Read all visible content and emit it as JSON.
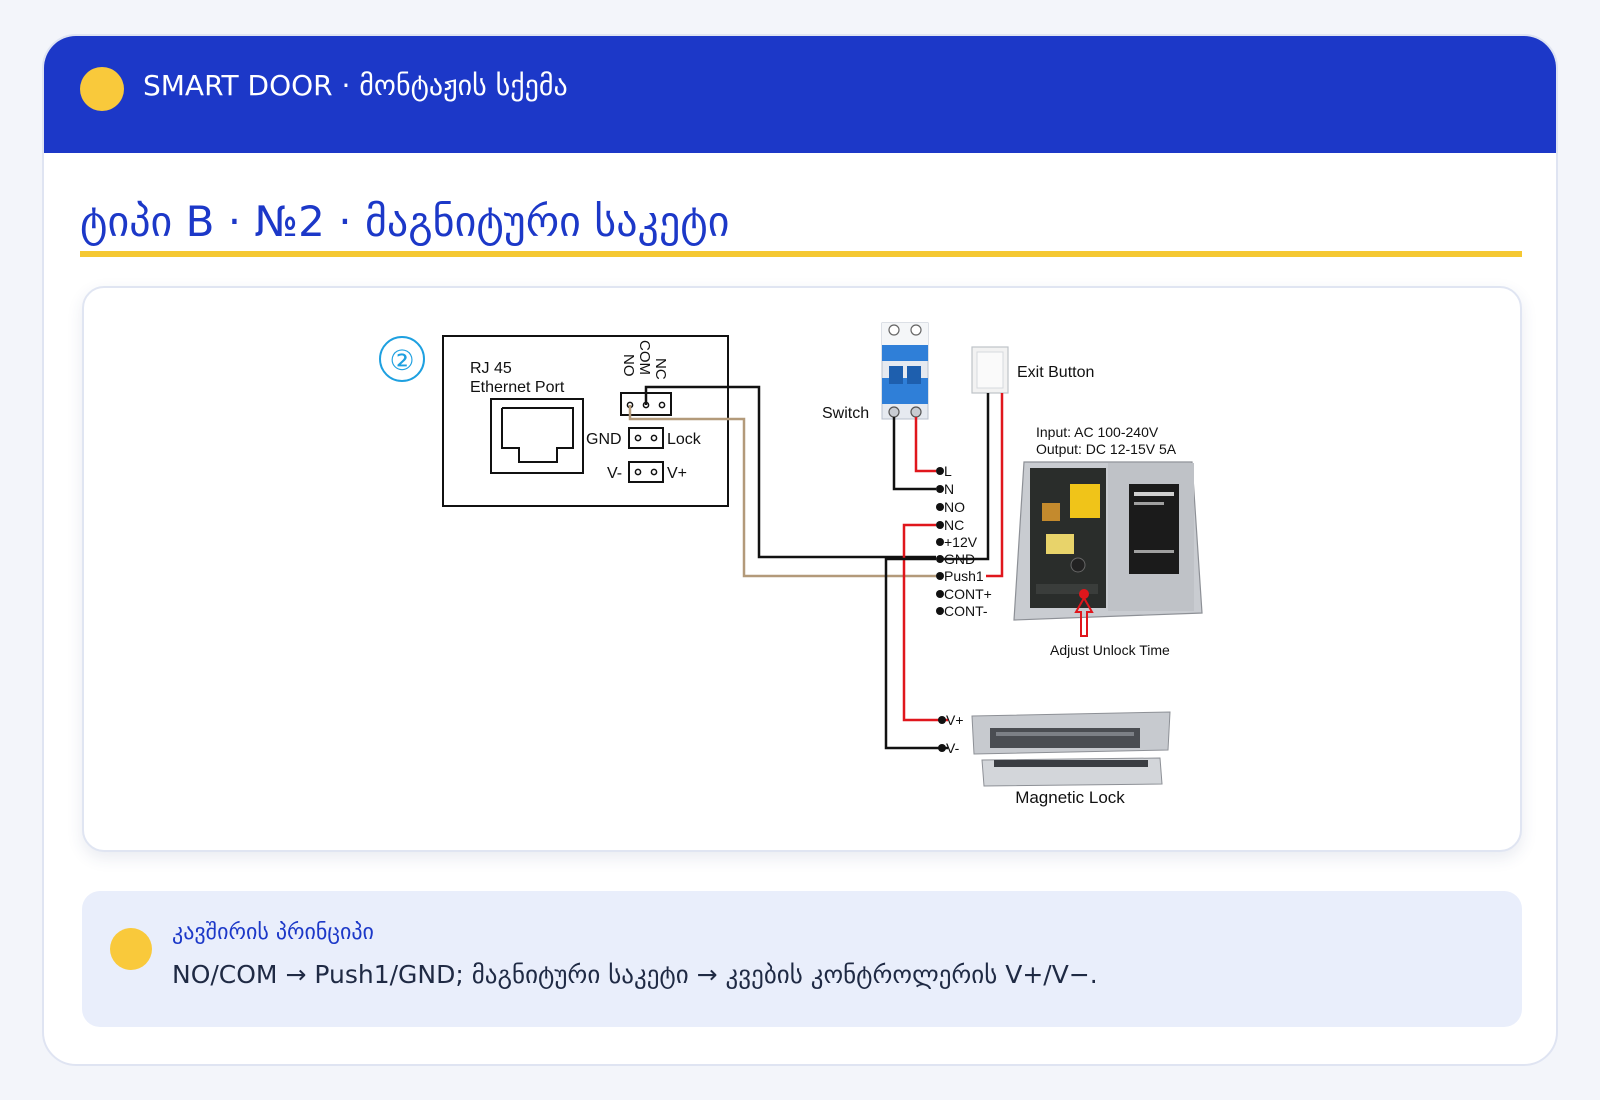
{
  "header": {
    "title": "SMART DOOR · მონტაჟის სქემა",
    "dot_color": "#f9c93b",
    "bg_color": "#1c38c8"
  },
  "section": {
    "title": "ტიპი B · №2 · მაგნიტური საკეტი"
  },
  "diagram": {
    "number": "②",
    "controller": {
      "port_label_1": "RJ 45",
      "port_label_2": "Ethernet Port",
      "relay_labels": [
        "NC",
        "COM",
        "NO"
      ],
      "lock_left": "GND",
      "lock_right": "Lock",
      "power_left": "V-",
      "power_right": "V+"
    },
    "switch_label": "Switch",
    "exit_button_label": "Exit Button",
    "psu": {
      "input": "Input: AC 100-240V",
      "output": "Output: DC 12-15V 5A",
      "terminals": [
        "L",
        "N",
        "NO",
        "NC",
        "+12V",
        "GND",
        "Push1",
        "CONT+",
        "CONT-"
      ],
      "adjust_label": "Adjust Unlock Time"
    },
    "lock": {
      "v_plus": "V+",
      "v_minus": "V-",
      "label": "Magnetic Lock"
    },
    "wire_colors": {
      "black": "#111111",
      "red": "#e0161c",
      "tan": "#b39a7a"
    }
  },
  "note": {
    "title": "კავშირის პრინციპი",
    "text": "NO/COM → Push1/GND; მაგნიტური საკეტი → კვების კონტროლერის V+/V−."
  }
}
